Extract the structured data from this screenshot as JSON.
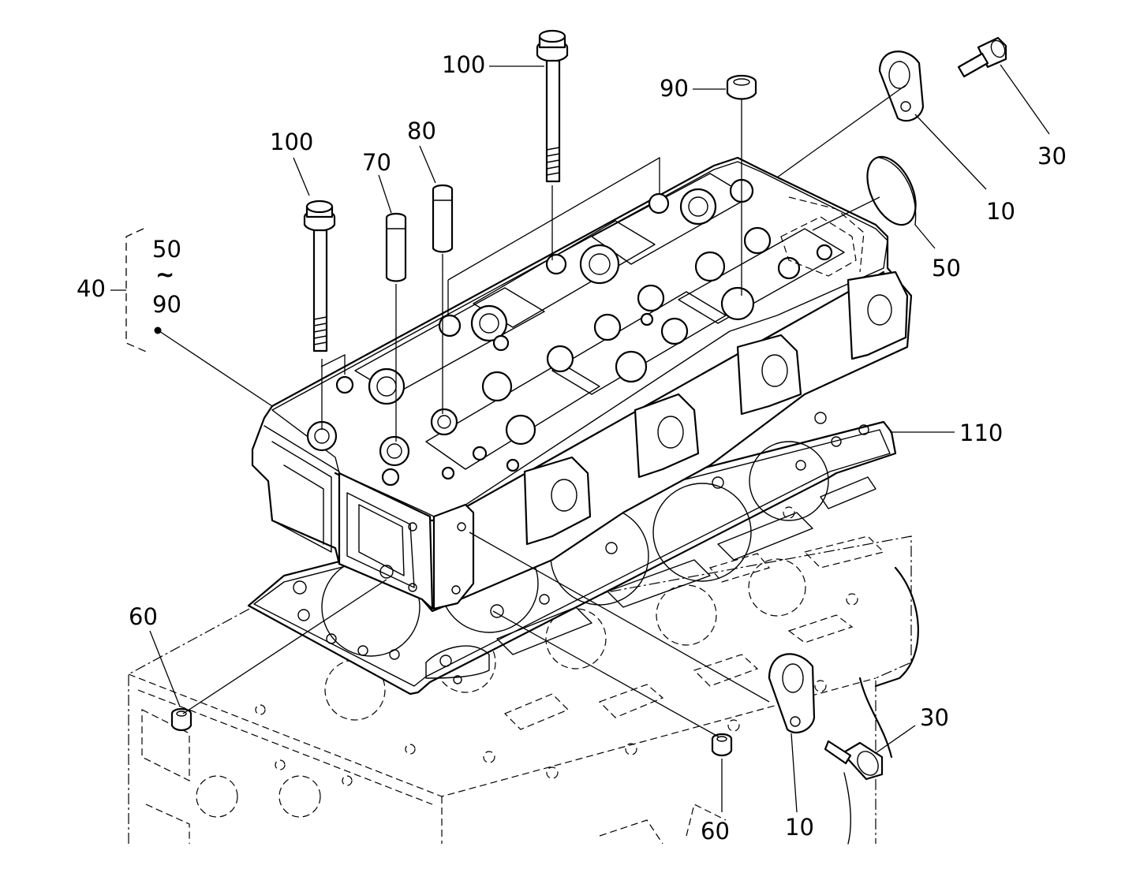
{
  "diagram": {
    "callouts": {
      "c100_top": "100",
      "c100_left": "100",
      "c90": "90",
      "c80": "80",
      "c70": "70",
      "c30_top": "30",
      "c10_top": "10",
      "c50": "50",
      "c40": "40",
      "c40_range_from": "50",
      "c40_range_sep": "~",
      "c40_range_to": "90",
      "c110": "110",
      "c60_left": "60",
      "c60_bottom": "60",
      "c30_bottom": "30",
      "c10_bottom": "10"
    }
  }
}
